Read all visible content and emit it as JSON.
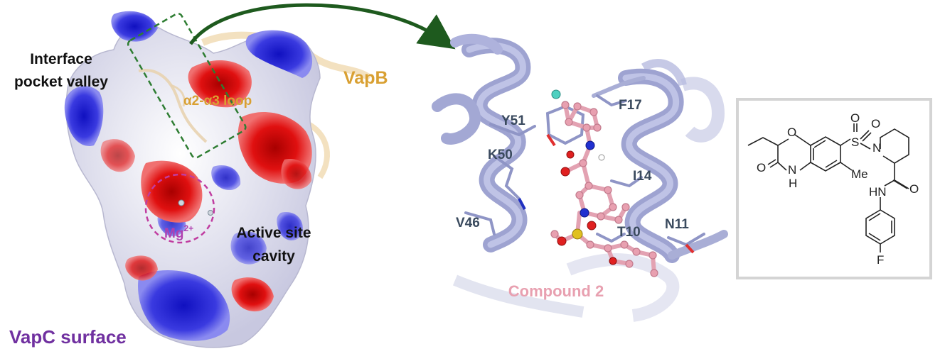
{
  "left_panel": {
    "title": "VapC surface",
    "labels": {
      "interface_line1": "Interface",
      "interface_line2": "pocket valley",
      "loop": "α2-α3 loop",
      "vapb": "VapB",
      "mg": "Mg",
      "mg_charge": "2+",
      "active_line1": "Active site",
      "active_line2": "cavity"
    }
  },
  "middle_panel": {
    "compound_label": "Compound 2",
    "residues": [
      "Y51",
      "K50",
      "V46",
      "F17",
      "I14",
      "T10",
      "N11"
    ]
  },
  "right_panel": {
    "atoms": {
      "o_sulfonyl_1": "O",
      "o_sulfonyl_2": "O",
      "s": "S",
      "n_pip": "N",
      "o_ring": "O",
      "o_lactam": "O",
      "n_lactam": "N",
      "h_lactam": "H",
      "me": "Me",
      "o_amide": "O",
      "hn_amide": "HN",
      "f": "F"
    }
  },
  "colors": {
    "title_purple": "#7030a0",
    "loop_orange": "#d9a032",
    "mg_magenta": "#b040b0",
    "compound_pink": "#e8a0b0",
    "residue_text": "#3a4a5e",
    "arrow_green": "#1e5a1e",
    "cartoon_lavender": "#a9aed6"
  }
}
